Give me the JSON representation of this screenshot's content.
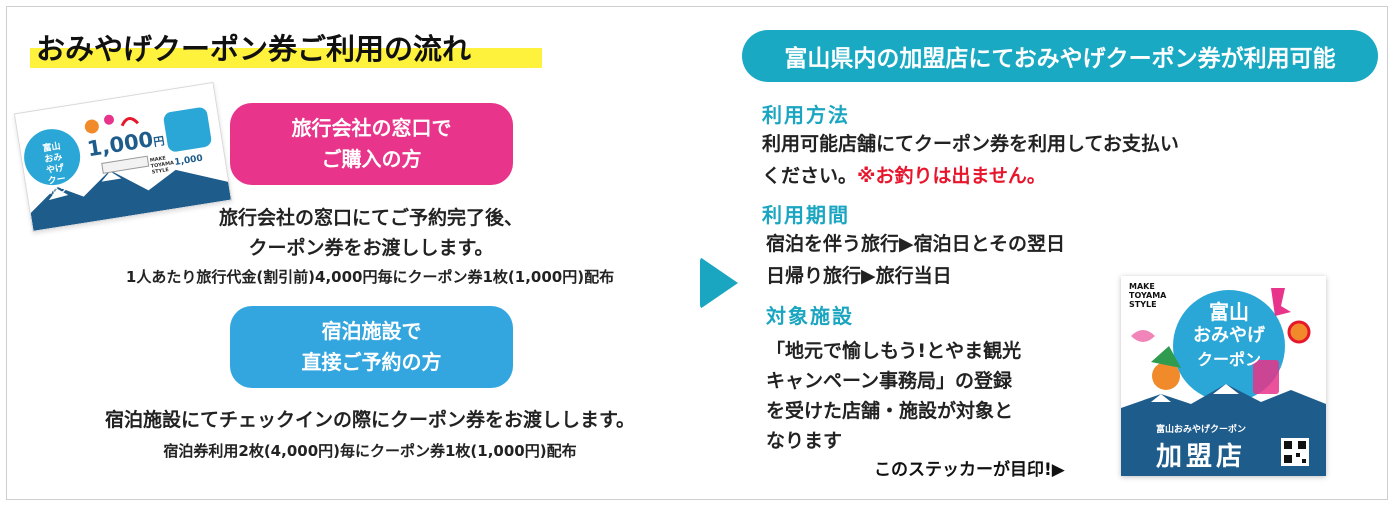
{
  "left": {
    "title": "おみやげクーポン券ご利用の流れ",
    "route1": {
      "pill_line1": "旅行会社の窓口で",
      "pill_line2": "ご購入の方",
      "desc_line1": "旅行会社の窓口にてご予約完了後、",
      "desc_line2": "クーポン券をお渡しします。",
      "note": "1人あたり旅行代金(割引前)4,000円毎にクーポン券1枚(1,000円)配布"
    },
    "route2": {
      "pill_line1": "宿泊施設で",
      "pill_line2": "直接ご予約の方",
      "desc_line1": "宿泊施設にてチェックインの際にクーポン券をお渡しします。",
      "note": "宿泊券利用2枚(4,000円)毎にクーポン券1枚(1,000円)配布"
    },
    "ticket": {
      "brand": "富山おみやげクーポン",
      "amount": "1,000",
      "yen": "円",
      "small_amount": "1,000",
      "style": "MAKE TOYAMA STYLE"
    }
  },
  "right": {
    "banner": "富山県内の加盟店にておみやげクーポン券が利用可能",
    "method_heading": "利用方法",
    "method_line1": "利用可能店舗にてクーポン券を利用してお支払い",
    "method_line2a": "ください。",
    "method_line2b": "※お釣りは出ません。",
    "period_heading": "利用期間",
    "period_line1": "宿泊を伴う旅行▶宿泊日とその翌日",
    "period_line2": "日帰り旅行▶旅行当日",
    "facility_heading": "対象施設",
    "facility_lines": [
      "「地元で愉しもう!とやま観光",
      "キャンペーン事務局」の登録",
      "を受けた店舗・施設が対象と",
      "なります"
    ],
    "sticker_note": "このステッカーが目印!▶",
    "sticker": {
      "make": "MAKE",
      "toyama": "TOYAMA",
      "style": "STYLE",
      "circle_line1": "富山",
      "circle_line2": "おみやげ",
      "circle_line3": "クーポン",
      "band_small": "富山おみやげクーポン",
      "band_big": "加盟店"
    }
  },
  "colors": {
    "pink": "#e8348a",
    "blue": "#34a6df",
    "teal": "#19a9c3",
    "yellow": "#fff23d",
    "red": "#e8162d",
    "navy": "#1e5c8c"
  }
}
